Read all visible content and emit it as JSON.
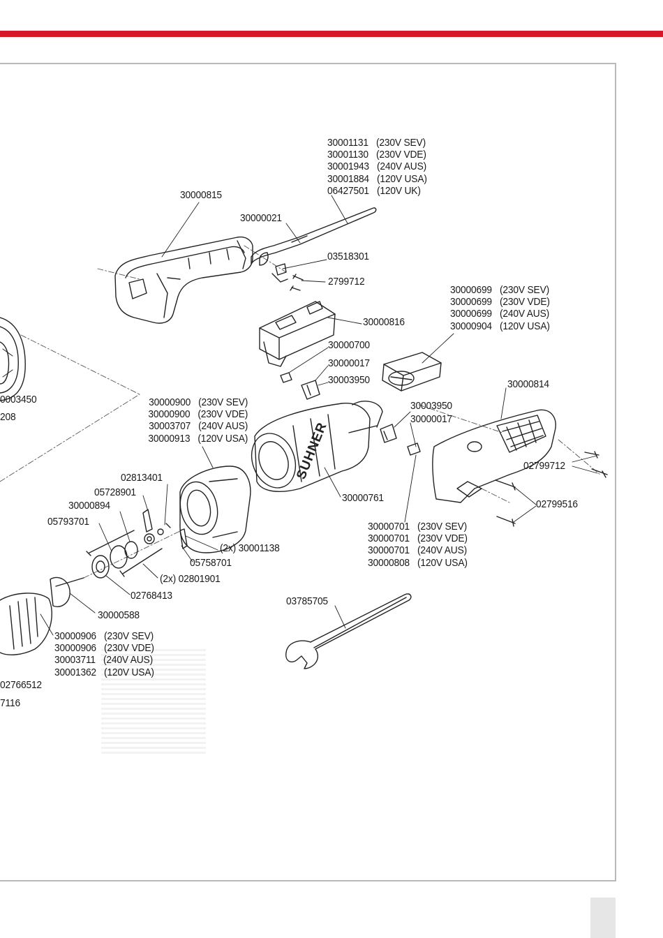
{
  "colors": {
    "accent": "#d6192a",
    "line": "#222222",
    "frame": "#b9b9b9"
  },
  "labels": {
    "p30000815": "30000815",
    "p30000021": "30000021",
    "p03518301": "03518301",
    "p2799712": "2799712",
    "p30000816": "30000816",
    "p30000700": "30000700",
    "p30000017a": "30000017",
    "p30003950a": "30003950",
    "p30000814": "30000814",
    "p30003950b": "30003950",
    "p30000017b": "30000017",
    "p02799712": "02799712",
    "p02799516": "02799516",
    "p30000761": "30000761",
    "p02813401": "02813401",
    "p05728901": "05728901",
    "p30000894": "30000894",
    "p05793701": "05793701",
    "p30001138": "(2x) 30001138",
    "p05758701": "05758701",
    "p02801901": "(2x) 02801901",
    "p02768413": "02768413",
    "p30000588": "30000588",
    "p03785705": "03785705",
    "pEdge1": "0003450",
    "pEdge2": "208",
    "pEdge3": "02766512",
    "pEdge4": "7116"
  },
  "groups": {
    "cable": [
      {
        "code": "30001131",
        "variant": "(230V SEV)"
      },
      {
        "code": "30001130",
        "variant": "(230V VDE)"
      },
      {
        "code": "30001943",
        "variant": "(240V AUS)"
      },
      {
        "code": "30001884",
        "variant": "(120V USA)"
      },
      {
        "code": "06427501",
        "variant": "(120V UK)"
      }
    ],
    "switch_cap": [
      {
        "code": "30000699",
        "variant": "(230V SEV)"
      },
      {
        "code": "30000699",
        "variant": "(230V VDE)"
      },
      {
        "code": "30000699",
        "variant": "(240V AUS)"
      },
      {
        "code": "30000904",
        "variant": "(120V USA)"
      }
    ],
    "stator": [
      {
        "code": "30000900",
        "variant": "(230V SEV)"
      },
      {
        "code": "30000900",
        "variant": "(230V VDE)"
      },
      {
        "code": "30003707",
        "variant": "(240V AUS)"
      },
      {
        "code": "30000913",
        "variant": "(120V USA)"
      }
    ],
    "brush": [
      {
        "code": "30000701",
        "variant": "(230V SEV)"
      },
      {
        "code": "30000701",
        "variant": "(230V VDE)"
      },
      {
        "code": "30000701",
        "variant": "(240V AUS)"
      },
      {
        "code": "30000808",
        "variant": "(120V USA)"
      }
    ],
    "armature": [
      {
        "code": "30000906",
        "variant": "(230V SEV)"
      },
      {
        "code": "30000906",
        "variant": "(230V VDE)"
      },
      {
        "code": "30003711",
        "variant": "(240V AUS)"
      },
      {
        "code": "30001362",
        "variant": "(120V USA)"
      }
    ]
  },
  "housing_brand": "SUHNER"
}
